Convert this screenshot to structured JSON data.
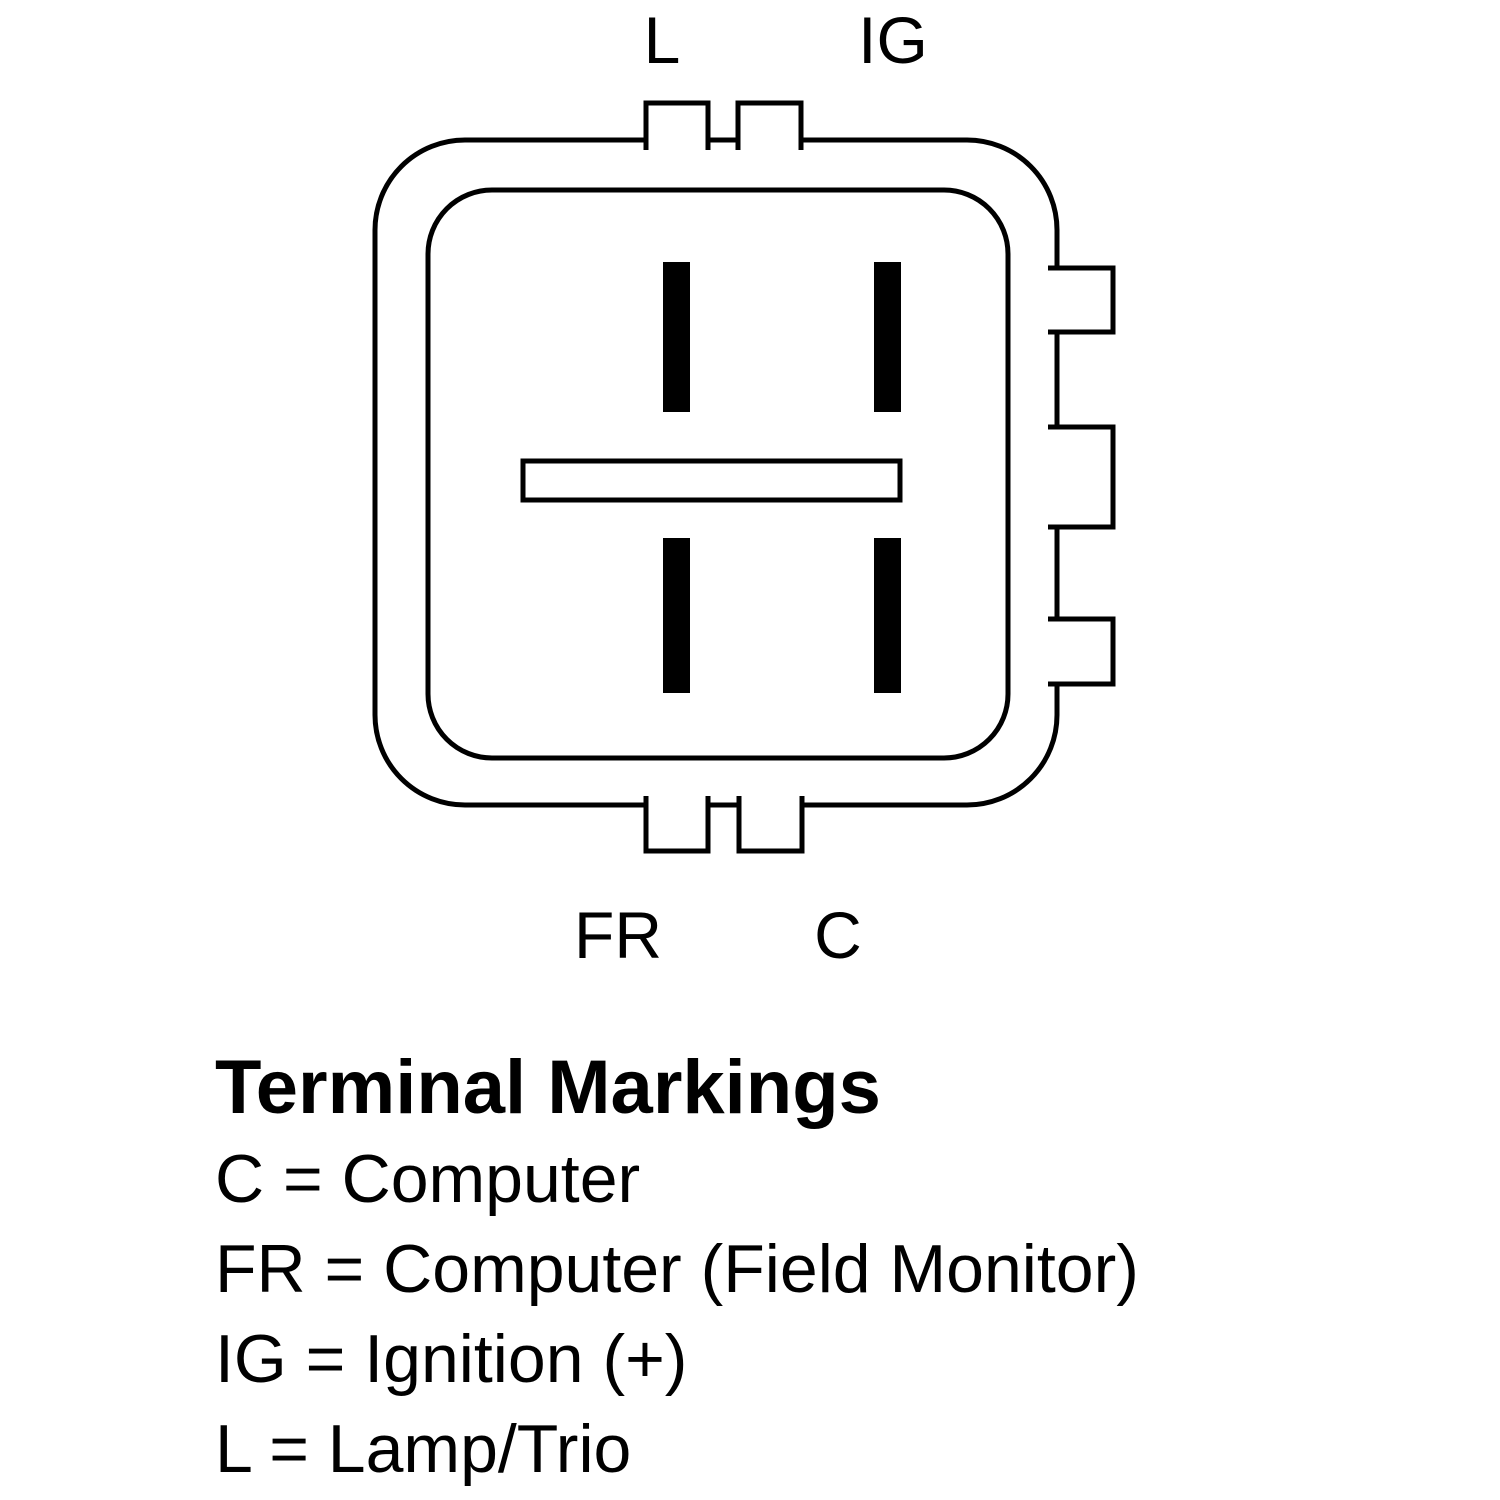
{
  "diagram": {
    "description": "4-pin alternator regulator connector face view",
    "terminal_labels": {
      "top_left": "L",
      "top_right": "IG",
      "bottom_left": "FR",
      "bottom_right": "C"
    },
    "colors": {
      "line": "#000000",
      "background": "#ffffff",
      "pin_fill": "#000000"
    }
  },
  "legend": {
    "title": "Terminal Markings",
    "entries": [
      "C = Computer",
      "FR = Computer (Field Monitor)",
      "IG = Ignition (+)",
      "L = Lamp/Trio"
    ]
  }
}
